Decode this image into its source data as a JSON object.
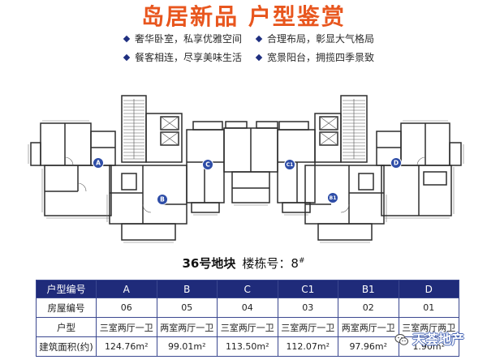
{
  "header": {
    "title": "岛居新品 户型鉴赏"
  },
  "features": {
    "bullet_icon": "diamond-bullet-icon",
    "items": [
      "奢华卧室，私享优雅空间",
      "合理布局，彰显大气格局",
      "餐客相连，尽享美味生活",
      "宽景阳台，拥揽四季景致"
    ]
  },
  "floor_plan": {
    "unit_markers": [
      "A",
      "B",
      "C",
      "C1",
      "B1",
      "D"
    ]
  },
  "plot": {
    "block": "36号地块",
    "building_label": "楼栋号：",
    "building_no": "8",
    "building_suffix": "#"
  },
  "table": {
    "header": [
      "户型编号",
      "A",
      "B",
      "C",
      "C1",
      "B1",
      "D"
    ],
    "rows": [
      [
        "房屋编号",
        "06",
        "05",
        "04",
        "03",
        "02",
        "01"
      ],
      [
        "户型",
        "三室两厅一卫",
        "两室两厅一卫",
        "三室两厅一卫",
        "三室两厅一卫",
        "两室两厅一卫",
        "三室两厅两卫"
      ],
      [
        "建筑面积(约)",
        "124.76m²",
        "99.01m²",
        "113.50m²",
        "112.07m²",
        "97.96m²",
        "1.90m²"
      ]
    ]
  },
  "watermark": {
    "icon": "wechat-icon",
    "text": "天荟地产"
  },
  "colors": {
    "title": "#E8561E",
    "table_header": "#1F2B7A",
    "unit_marker": "#2E4DA7",
    "bullet": "#1F2F80"
  }
}
